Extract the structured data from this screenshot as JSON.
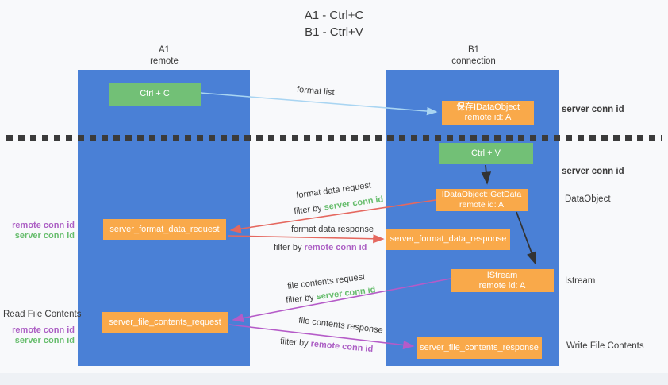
{
  "title": {
    "line1": "A1 - Ctrl+C",
    "line2": "B1 - Ctrl+V"
  },
  "lanes": {
    "left": {
      "name": "A1",
      "role": "remote"
    },
    "right": {
      "name": "B1",
      "role": "connection"
    }
  },
  "nodes": {
    "ctrl_c": {
      "label": "Ctrl + C"
    },
    "ctrl_v": {
      "label": "Ctrl + V"
    },
    "save_dataobject": {
      "line1": "保存IDataObject",
      "line2": "remote id: A"
    },
    "getdata": {
      "line1": "IDataObject::GetData",
      "line2": "remote id: A"
    },
    "istream": {
      "line1": "IStream",
      "line2": "remote id: A"
    },
    "format_request": {
      "label": "server_format_data_request"
    },
    "format_response": {
      "label": "server_format_data_response"
    },
    "file_request": {
      "label": "server_file_contents_request"
    },
    "file_response": {
      "label": "server_file_contents_response"
    }
  },
  "arrow_labels": {
    "format_list": "format list",
    "format_data_request": "format data request",
    "format_data_response": "format data response",
    "file_contents_request": "file contents request",
    "file_contents_response": "file contents response",
    "filter_by": "filter by",
    "server_conn_id": "server conn id",
    "remote_conn_id": "remote conn id"
  },
  "side_labels": {
    "server_conn_id_top": "server conn id",
    "server_conn_id_mid": "server conn id",
    "dataobject": "DataObject",
    "istream": "Istream",
    "write_file_contents": "Write File Contents",
    "read_file_contents": "Read File Contents",
    "remote_conn_id_1": "remote conn id",
    "server_conn_id_1": "server conn id",
    "remote_conn_id_2": "remote conn id",
    "server_conn_id_2": "server conn id"
  },
  "colors": {
    "lane_blue": "#4a80d6",
    "box_green": "#72c076",
    "box_orange": "#f9a94a",
    "arrow_blue": "#a9d5f2",
    "arrow_red": "#e5685f",
    "arrow_purple": "#b55bc8",
    "arrow_black": "#333333",
    "text_green": "#67bd6d",
    "text_purple": "#ac5fc4",
    "text_dark": "#3c3c3c"
  }
}
